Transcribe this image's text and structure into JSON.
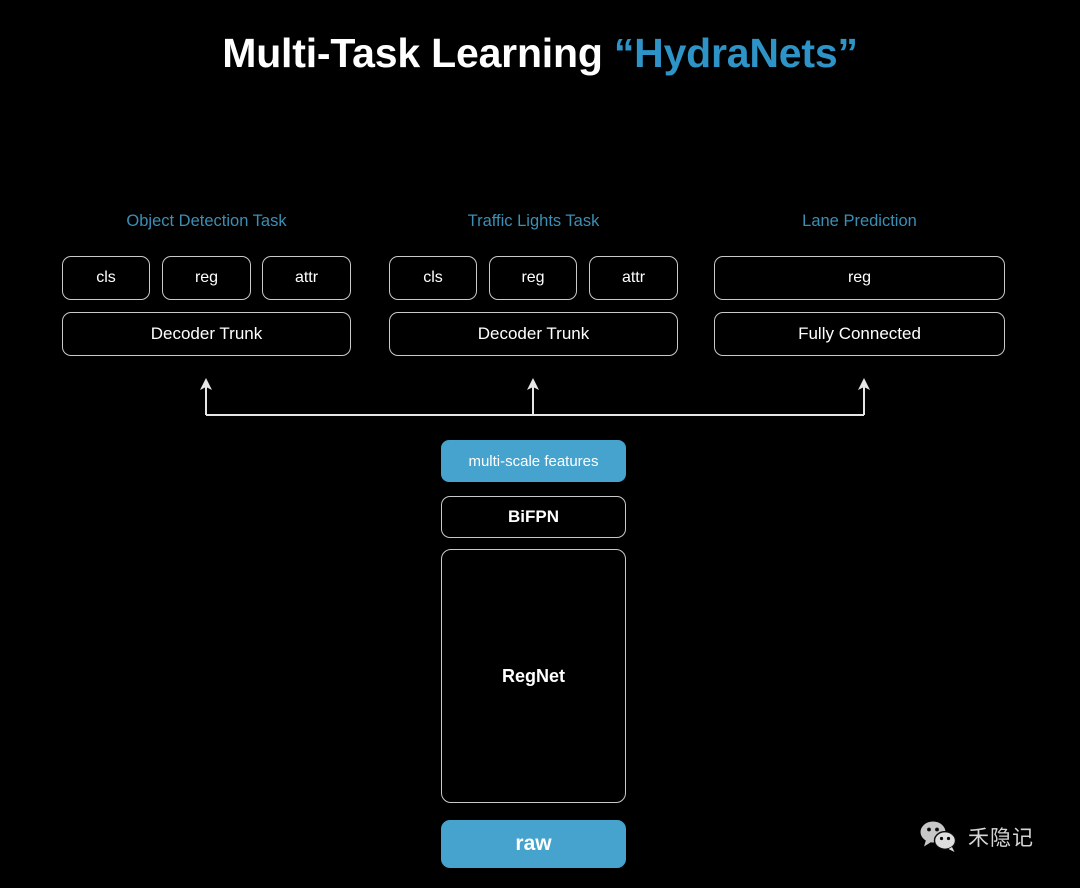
{
  "slide": {
    "title_main": "Multi-Task Learning ",
    "title_accent": "“HydraNets”",
    "background_color": "#000000",
    "accent_color": "#2e93c6",
    "node_fill_color": "#45a3ce",
    "caption_color": "#3b8fb5",
    "border_color": "#c9c9c9"
  },
  "columns": [
    {
      "caption": "Object Detection Task",
      "heads": [
        "cls",
        "reg",
        "attr"
      ],
      "trunk": "Decoder Trunk"
    },
    {
      "caption": "Traffic Lights Task",
      "heads": [
        "cls",
        "reg",
        "attr"
      ],
      "trunk": "Decoder Trunk"
    },
    {
      "caption": "Lane Prediction",
      "heads": [
        "reg"
      ],
      "trunk": "Fully Connected"
    }
  ],
  "backbone": {
    "features": "multi-scale features",
    "neck": "BiFPN",
    "trunk": "RegNet",
    "input": "raw"
  },
  "watermark": {
    "icon": "wechat-icon",
    "text": "禾隐记"
  }
}
